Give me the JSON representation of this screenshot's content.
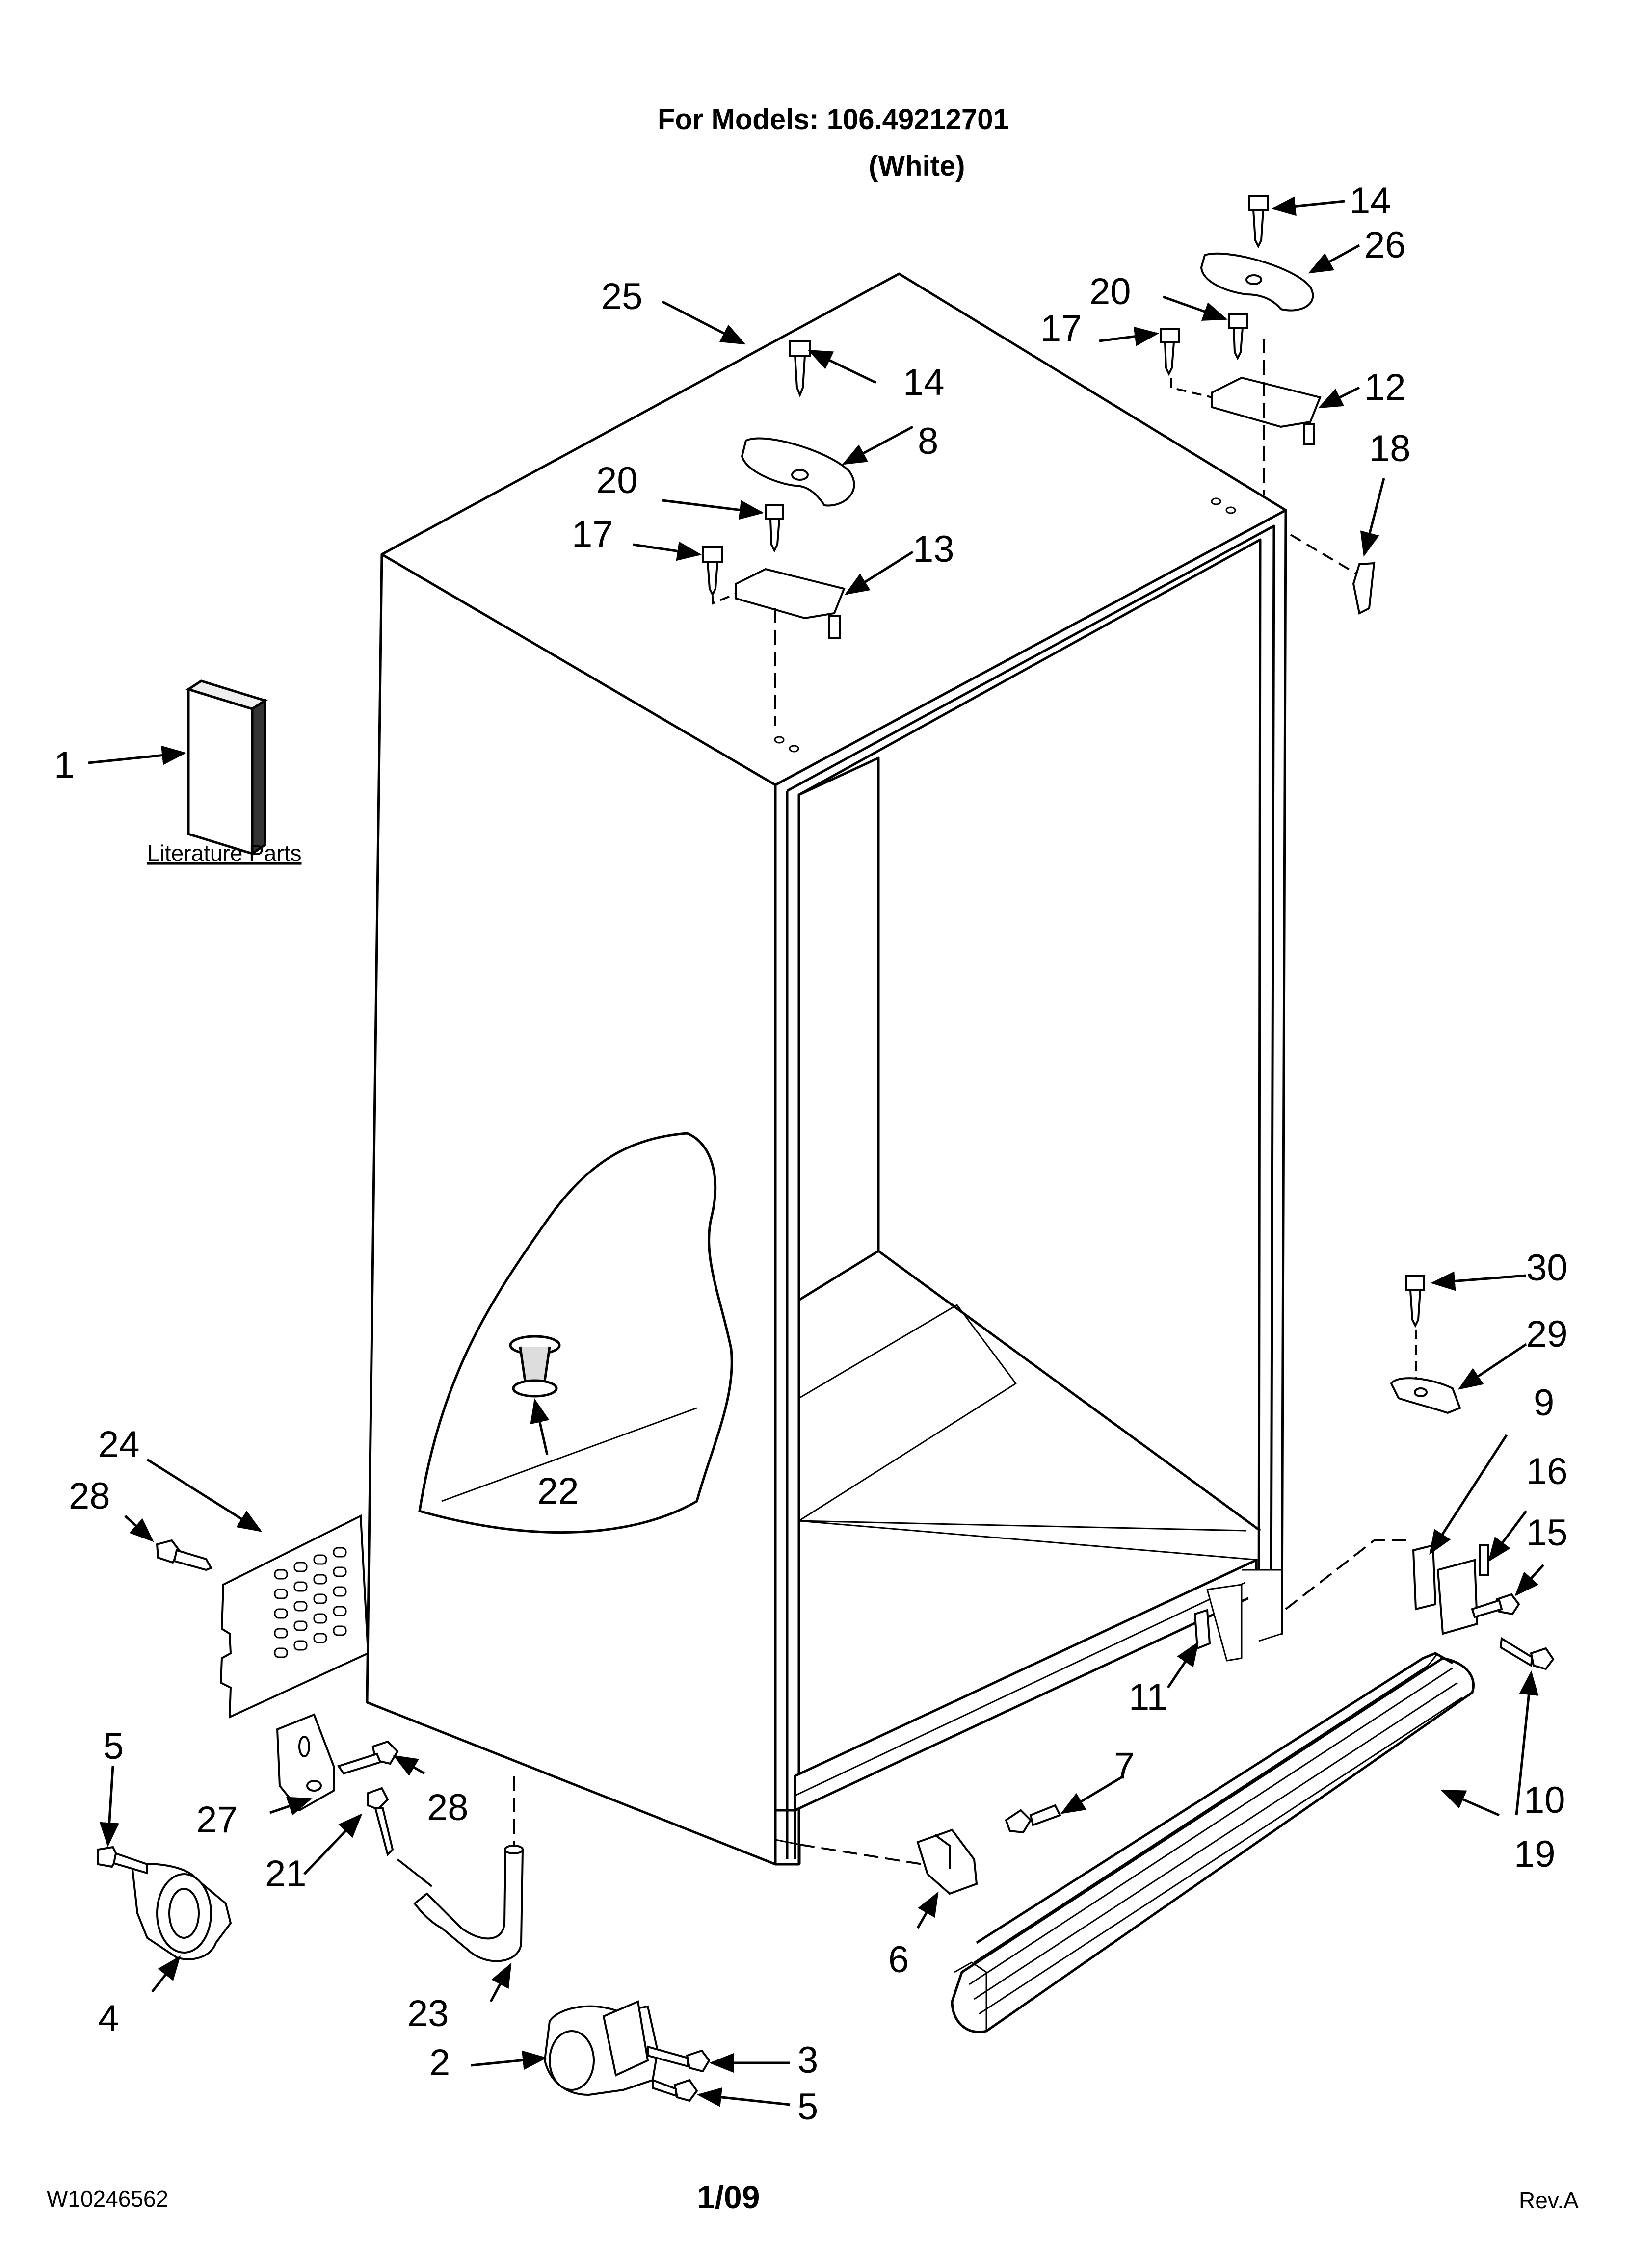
{
  "header": {
    "title": "For Models: 106.49212701",
    "variant": "(White)"
  },
  "literature_label": "Literature Parts",
  "callouts": {
    "c1": "1",
    "c2": "2",
    "c3": "3",
    "c4": "4",
    "c5a": "5",
    "c5b": "5",
    "c6": "6",
    "c7": "7",
    "c8": "8",
    "c9": "9",
    "c10": "10",
    "c11": "11",
    "c12": "12",
    "c13": "13",
    "c14a": "14",
    "c14b": "14",
    "c15": "15",
    "c16": "16",
    "c17a": "17",
    "c17b": "17",
    "c18": "18",
    "c19": "19",
    "c20a": "20",
    "c20b": "20",
    "c21": "21",
    "c22": "22",
    "c23": "23",
    "c24": "24",
    "c25": "25",
    "c26": "26",
    "c27": "27",
    "c28a": "28",
    "c28b": "28",
    "c29": "29",
    "c30": "30"
  },
  "footer": {
    "doc_id": "W10246562",
    "page": "1/09",
    "revision": "Rev.A"
  }
}
